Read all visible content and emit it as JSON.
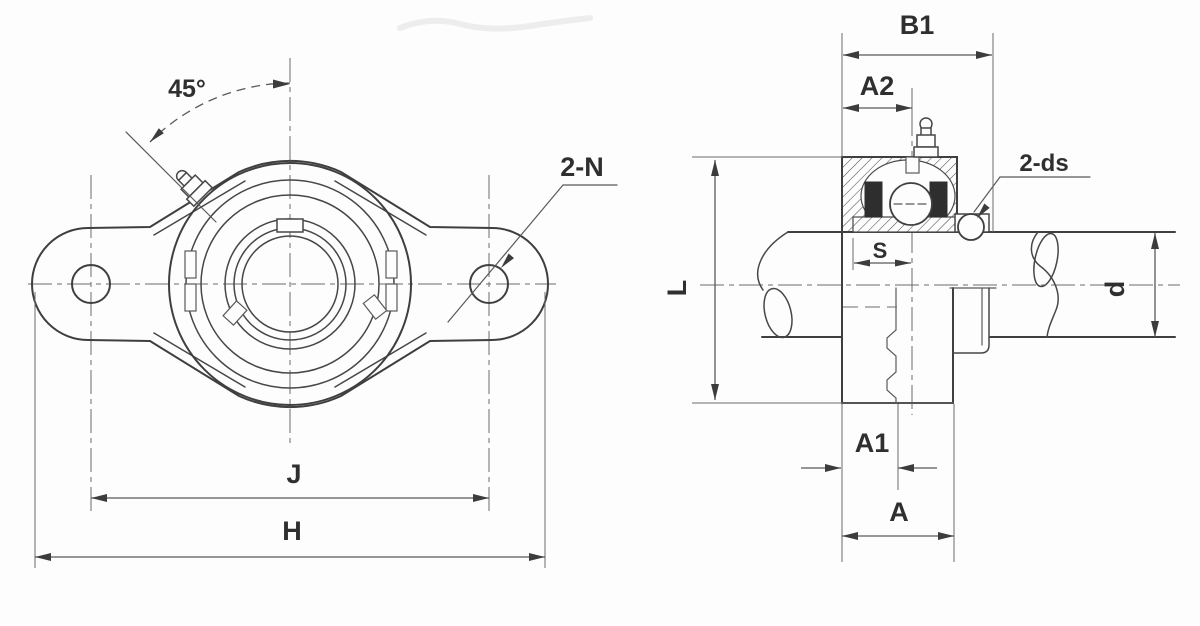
{
  "drawing_type": "bearing-unit-technical-drawing",
  "front_view": {
    "angle_label": "45°",
    "bolt_holes_label": "2-N",
    "bolt_spacing_label": "J",
    "overall_width_label": "H"
  },
  "side_view": {
    "total_width_label": "B1",
    "flange_to_center_label": "A2",
    "set_screw_label": "2-ds",
    "flange_height_label": "L",
    "shaft_diameter_label": "d",
    "ring_offset_label": "S",
    "flange_thickness_label": "A1",
    "housing_width_label": "A"
  },
  "colors": {
    "line": "#3f3f3f",
    "dimension": "#5a5a5a",
    "text": "#2f2f2f",
    "seal": "#2e2e2e",
    "background": "#ffffff"
  }
}
